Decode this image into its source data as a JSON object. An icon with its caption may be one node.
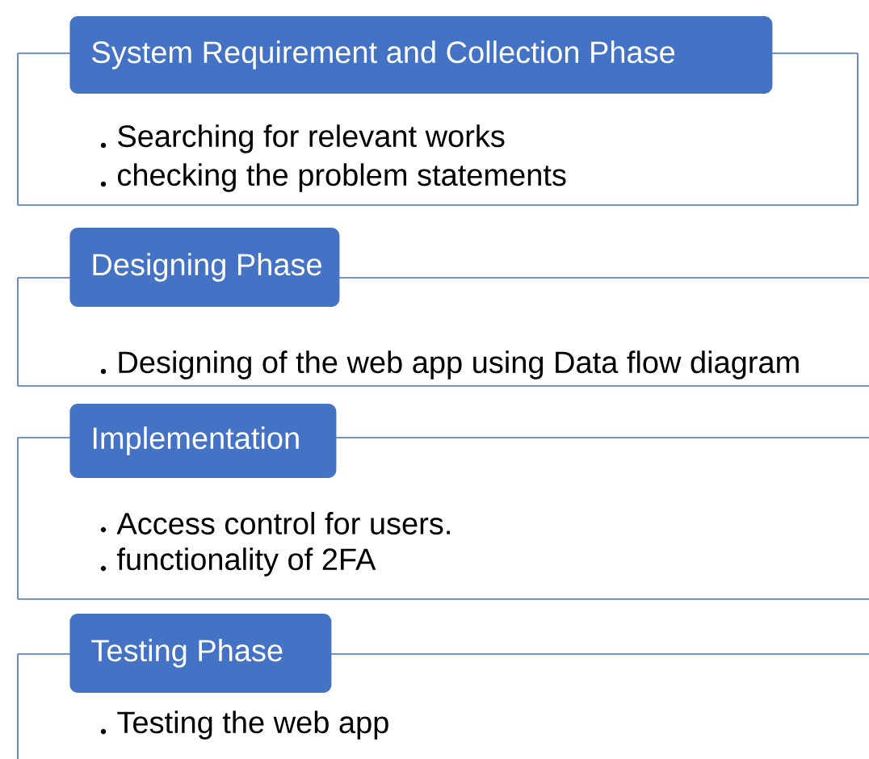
{
  "diagram": {
    "nodes": [
      {
        "text": [
          "Searching for relevant works",
          "checking the problem statements"
        ]
      },
      {
        "text": [
          "System Requirement and Collection Phase"
        ]
      },
      {
        "text": [
          "Designing of the web app using Data flow diagram"
        ]
      },
      {
        "text": [
          "Designing Phase"
        ]
      },
      {
        "text": [
          "Access control for users.",
          "functionality of 2FA"
        ]
      },
      {
        "text": [
          "Implementation"
        ]
      },
      {
        "text": [
          "Testing the web app"
        ]
      },
      {
        "text": [
          "Testing Phase"
        ]
      }
    ],
    "edges": []
  }
}
